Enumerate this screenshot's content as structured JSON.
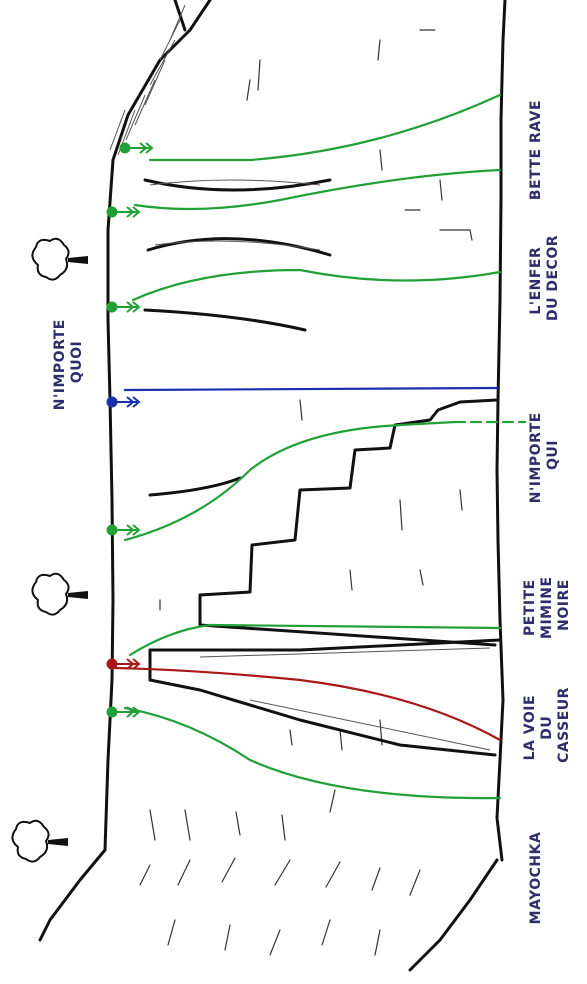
{
  "colors": {
    "green_route": "#22a038",
    "blue_route": "#1a2fb0",
    "red_route": "#a81818",
    "label_text": "#2d2d6b",
    "rock": "#111111"
  },
  "routes": [
    {
      "id": "bette-rave",
      "label_lines": [
        "BETTE RAVE"
      ],
      "color": "green"
    },
    {
      "id": "enfer-du-decor",
      "label_lines": [
        "L'ENFER",
        "DU DECOR"
      ],
      "color": "green"
    },
    {
      "id": "nimporte-qui",
      "label_lines": [
        "N'IMPORTE",
        "QUI"
      ],
      "color": "green"
    },
    {
      "id": "petite-mimine-noire",
      "label_lines": [
        "PETITE",
        "MIMINE",
        "NOIRE"
      ],
      "color": "green"
    },
    {
      "id": "voie-du-casseur",
      "label_lines": [
        "LA VOIE",
        "DU",
        "CASSEUR"
      ],
      "color": "red"
    },
    {
      "id": "mayochka",
      "label_lines": [
        "MAYOCHKA"
      ],
      "color": "green"
    },
    {
      "id": "nimporte-quoi",
      "label_lines": [
        "N'IMPORTE",
        "QUOI"
      ],
      "color": "blue"
    }
  ],
  "icons": [
    "tree-icon",
    "belay-anchor-icon"
  ]
}
